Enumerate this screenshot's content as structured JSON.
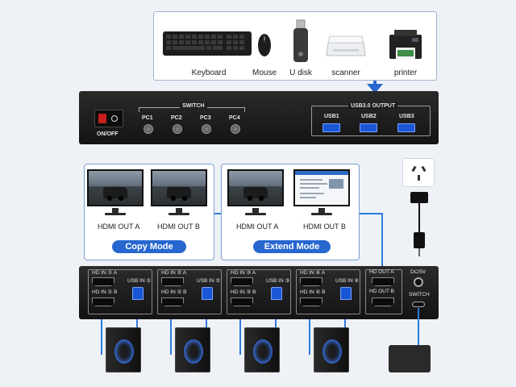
{
  "peripherals": [
    {
      "label": "Keyboard",
      "icon": "keyboard-icon"
    },
    {
      "label": "Mouse",
      "icon": "mouse-icon"
    },
    {
      "label": "U disk",
      "icon": "usb-drive-icon"
    },
    {
      "label": "scanner",
      "icon": "scanner-icon"
    },
    {
      "label": "printer",
      "icon": "printer-icon"
    }
  ],
  "switch_panel": {
    "power_label": "ON/OFF",
    "switch_title": "SWITCH",
    "pc_buttons": [
      "PC1",
      "PC2",
      "PC3",
      "PC4"
    ],
    "usb_title": "USB3.0 OUTPUT",
    "usb_ports": [
      "USB1",
      "USB2",
      "USB3"
    ]
  },
  "copy_mode": {
    "monitors": [
      "HDMI OUT A",
      "HDMI OUT B"
    ],
    "label": "Copy Mode"
  },
  "extend_mode": {
    "monitors": [
      "HDMI OUT A",
      "HDMI OUT B"
    ],
    "label": "Extend Mode"
  },
  "kvm_back": {
    "groups": [
      {
        "in_a": "HD IN ① A",
        "in_b": "HD IN ① B",
        "usb": "USB IN ①"
      },
      {
        "in_a": "HD IN ② A",
        "in_b": "HD IN ② B",
        "usb": "USB IN ②"
      },
      {
        "in_a": "HD IN ③ A",
        "in_b": "HD IN ③ B",
        "usb": "USB IN ③"
      },
      {
        "in_a": "HD IN ④ A",
        "in_b": "HD IN ④ B",
        "usb": "USB IN ④"
      }
    ],
    "out_a": "HD OUT A",
    "out_b": "HD OUT B",
    "dc_label": "DC/5V",
    "switch_label": "SWITCH"
  },
  "colors": {
    "accent": "#2767cf",
    "cable": "#2f7be0",
    "usb_port": "#1a57d6",
    "power_rocker": "#c71e1e"
  }
}
